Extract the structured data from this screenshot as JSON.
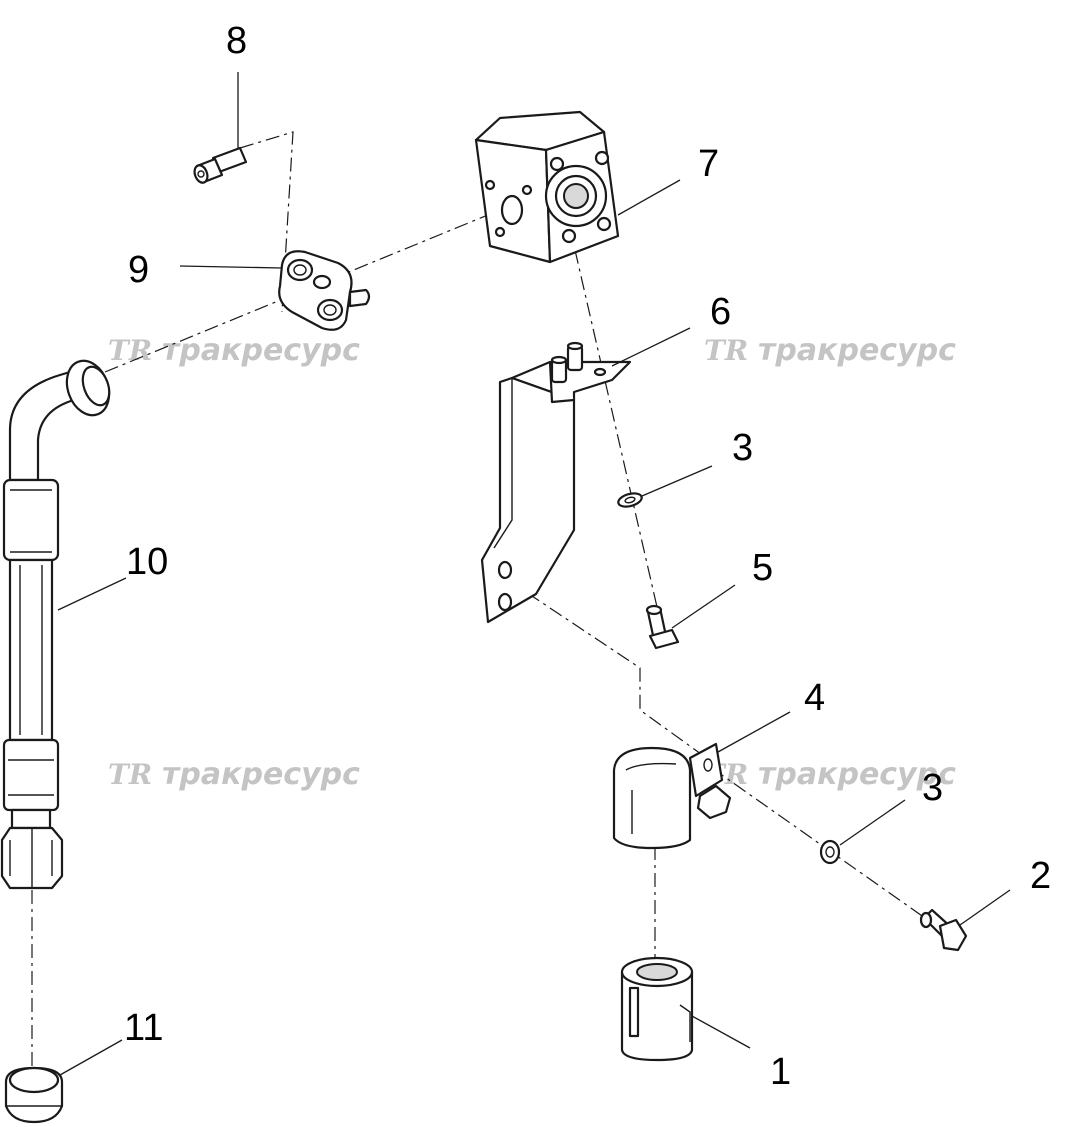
{
  "diagram": {
    "watermark": {
      "logo": "TR",
      "text": "тракресурс"
    },
    "callouts": [
      {
        "id": "1",
        "label": "1"
      },
      {
        "id": "2",
        "label": "2"
      },
      {
        "id": "3a",
        "label": "3"
      },
      {
        "id": "3b",
        "label": "3"
      },
      {
        "id": "4",
        "label": "4"
      },
      {
        "id": "5",
        "label": "5"
      },
      {
        "id": "6",
        "label": "6"
      },
      {
        "id": "7",
        "label": "7"
      },
      {
        "id": "8",
        "label": "8"
      },
      {
        "id": "9",
        "label": "9"
      },
      {
        "id": "10",
        "label": "10"
      },
      {
        "id": "11",
        "label": "11"
      }
    ]
  }
}
